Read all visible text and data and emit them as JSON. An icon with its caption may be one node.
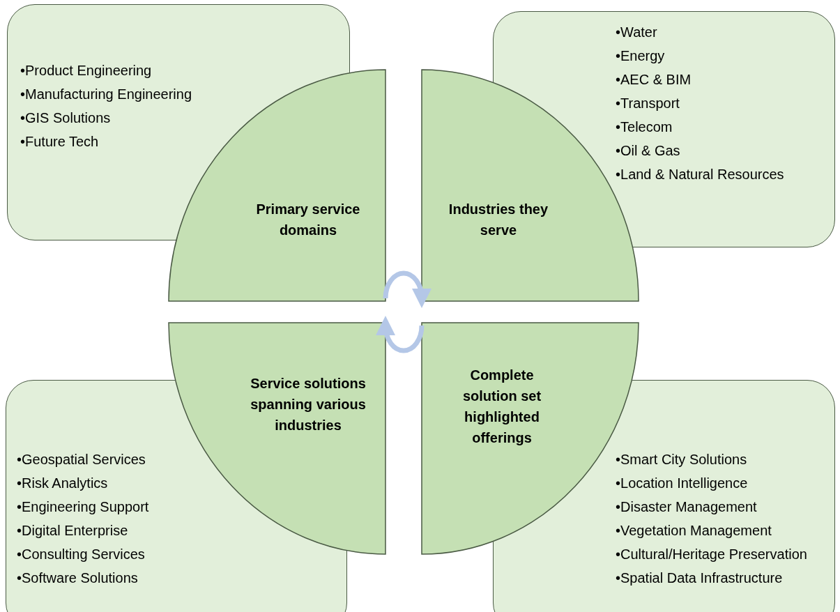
{
  "diagram": {
    "nodes": [
      {
        "text": [
          "•Product Engineering",
          "•Manufacturing Engineering",
          "•GIS Solutions",
          "•Future Tech"
        ]
      },
      {
        "text": [
          "•Water",
          "•Energy",
          "•AEC & BIM",
          "•Transport",
          "•Telecom",
          "•Oil & Gas",
          "•Land & Natural Resources"
        ]
      },
      {
        "text": [
          "Primary service domains"
        ]
      },
      {
        "text": [
          "Industries they serve"
        ]
      },
      {
        "text": [
          "Service solutions spanning various industries"
        ]
      },
      {
        "text": [
          "Complete solution set highlighted offerings"
        ]
      },
      {
        "text": [
          "•Geospatial Services",
          "•Risk Analytics",
          "•Engineering Support",
          "•Digital Enterprise",
          "•Consulting Services",
          "•Software Solutions"
        ]
      },
      {
        "text": [
          "•Smart City Solutions",
          "•Location Intelligence",
          "•Disaster Management",
          "•Vegetation Management",
          "•Cultural/Heritage Preservation",
          "•Spatial Data Infrastructure"
        ]
      }
    ],
    "edges": [
      {
        "from": 2,
        "to": 3,
        "arrow": "to"
      },
      {
        "from": 5,
        "to": 4,
        "arrow": "to"
      }
    ]
  }
}
